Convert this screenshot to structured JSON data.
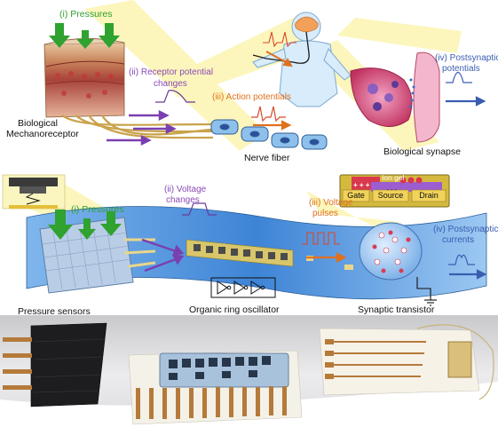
{
  "biological": {
    "pressures": "(i) Pressures",
    "receptor_potential": [
      "(ii) Receptor potential",
      "changes"
    ],
    "action_potentials": "(iii) Action potentials",
    "postsynaptic_potentials": [
      "(iv) Postsynaptic",
      "potentials"
    ],
    "mechanoreceptor": [
      "Biological",
      "Mechanoreceptor"
    ],
    "nerve_fiber": "Nerve fiber",
    "synapse": "Biological synapse"
  },
  "artificial": {
    "pressures": "(i) Pressures",
    "voltage_changes": [
      "(ii) Voltage",
      "changes"
    ],
    "voltage_pulses": [
      "(iii) Voltage",
      "pulses"
    ],
    "postsynaptic_currents": [
      "(iv) Postsynaptic",
      "currents"
    ],
    "pressure_sensors": "Pressure sensors",
    "ring_oscillator": "Organic ring oscillator",
    "synaptic_transistor": "Synaptic transistor",
    "ion_gel": "Ion gel",
    "gate": "Gate",
    "source": "Source",
    "drain": "Drain"
  },
  "colors": {
    "green": "#2f9e2f",
    "purple": "#8a4bb5",
    "orange": "#e0701c",
    "blue": "#3a5db0",
    "glow": "#fbf3a6"
  }
}
